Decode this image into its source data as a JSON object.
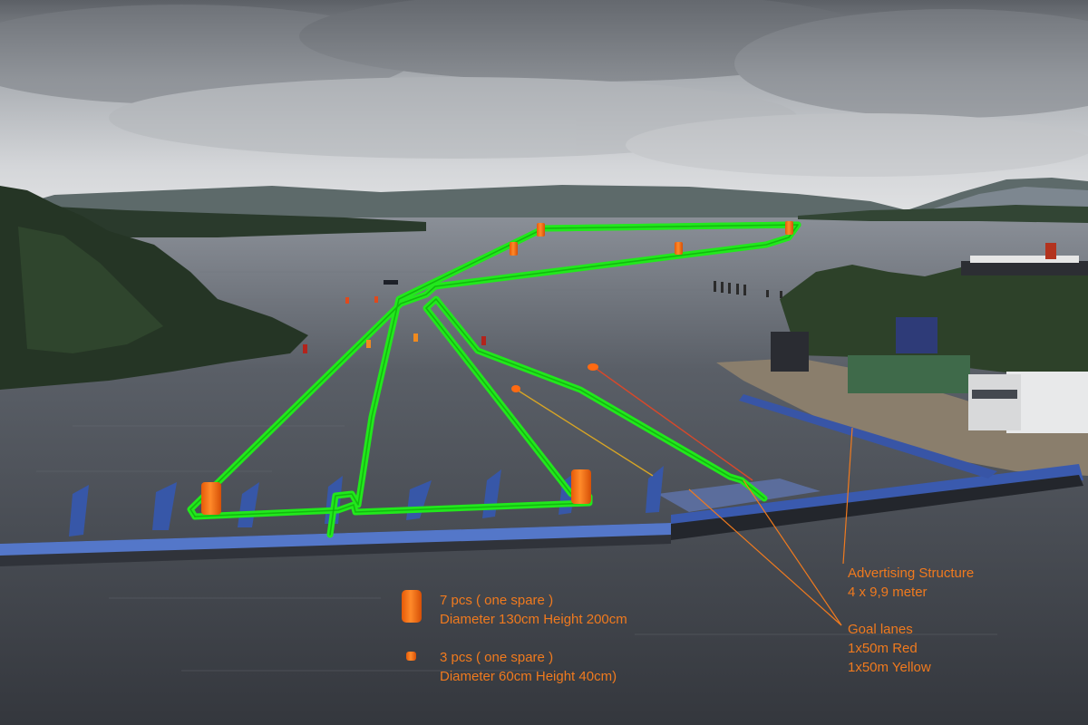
{
  "legend": {
    "large_buoy": {
      "qty": "7 pcs ( one spare )",
      "size": "Diameter 130cm Height 200cm"
    },
    "small_buoy": {
      "qty": "3 pcs ( one spare )",
      "size": "Diameter 60cm Height 40cm)"
    }
  },
  "annotations": {
    "advertising": {
      "title": "Advertising Structure",
      "size": "4 x 9,9 meter"
    },
    "goal_lanes": {
      "title": "Goal lanes",
      "red": "1x50m Red",
      "yellow": "1x50m Yellow"
    }
  },
  "colors": {
    "course_line": "#22e81c",
    "annotation": "#f07a1e",
    "buoy": "#ff6a12",
    "water": "#3e4249",
    "sky": "#c9ccd0"
  }
}
